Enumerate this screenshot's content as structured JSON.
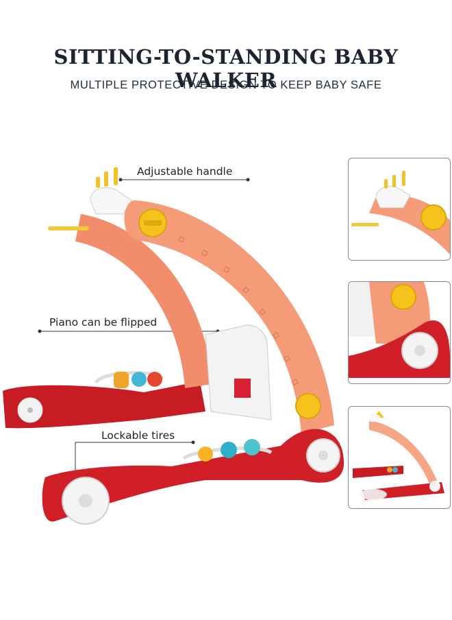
{
  "header": {
    "title": "SITTING-TO-STANDING BABY WALKER",
    "subtitle": "MULTIPLE PROTECTIVE DESIGN TO KEEP BABY SAFE"
  },
  "callouts": [
    {
      "label": "Adjustable handle"
    },
    {
      "label": "Piano can be flipped"
    },
    {
      "label": "Lockable tires"
    }
  ],
  "colors": {
    "frame_orange": "#f39a72",
    "base_red": "#d11f27",
    "knob_yellow": "#f6c21c",
    "wheel_white": "#f4f4f4"
  }
}
